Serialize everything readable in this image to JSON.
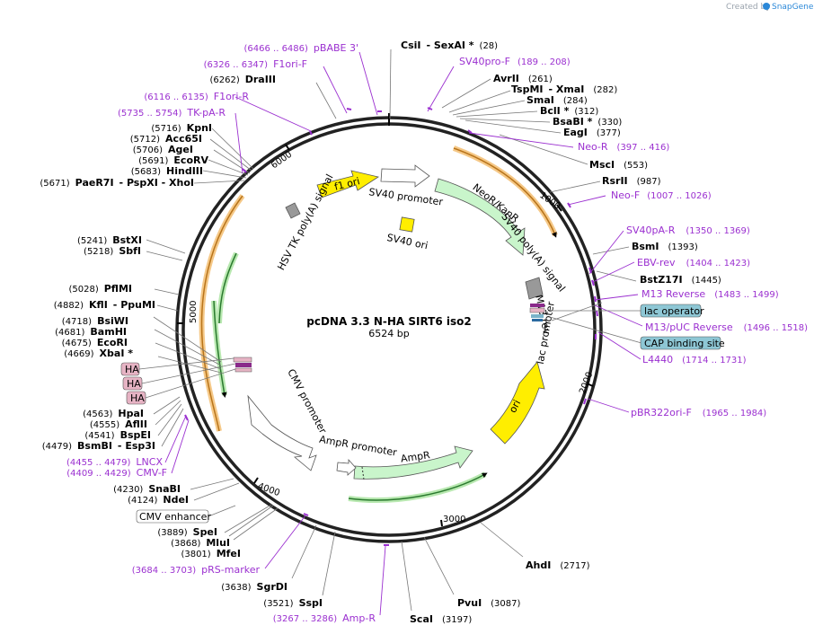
{
  "credit": {
    "created_by": "Created by",
    "brand": "SnapGene"
  },
  "plasmid": {
    "name": "pcDNA 3.3 N-HA SIRT6 iso2",
    "length": "6524 bp"
  },
  "ticks": [
    "1000",
    "2000",
    "3000",
    "4000",
    "5000",
    "6000"
  ],
  "enzymes": [
    {
      "name": "CsiI",
      "extra": "-  SexAI *",
      "pos": "(28)"
    },
    {
      "name": "AvrII",
      "pos": "(261)"
    },
    {
      "name": "TspMI",
      "extra": "-  XmaI",
      "pos": "(282)"
    },
    {
      "name": "SmaI",
      "pos": "(284)"
    },
    {
      "name": "BclI *",
      "pos": "(312)"
    },
    {
      "name": "BsaBI *",
      "pos": "(330)"
    },
    {
      "name": "EagI",
      "pos": "(377)"
    },
    {
      "name": "MscI",
      "pos": "(553)"
    },
    {
      "name": "RsrII",
      "pos": "(987)"
    },
    {
      "name": "BsmI",
      "pos": "(1393)"
    },
    {
      "name": "BstZ17I",
      "pos": "(1445)"
    },
    {
      "name": "AhdI",
      "pos": "(2717)"
    },
    {
      "name": "PvuI",
      "pos": "(3087)"
    },
    {
      "name": "ScaI",
      "pos": "(3197)"
    },
    {
      "name": "SspI",
      "pos": "(3521)"
    },
    {
      "name": "SgrDI",
      "pos": "(3638)"
    },
    {
      "name": "MfeI",
      "pos": "(3801)"
    },
    {
      "name": "MluI",
      "pos": "(3868)"
    },
    {
      "name": "SpeI",
      "pos": "(3889)"
    },
    {
      "name": "NdeI",
      "pos": "(4124)"
    },
    {
      "name": "SnaBI",
      "pos": "(4230)"
    },
    {
      "name": "BsmBI",
      "extra": "-  Esp3I",
      "pos": "(4479)"
    },
    {
      "name": "BspEI",
      "pos": "(4541)"
    },
    {
      "name": "AflII",
      "pos": "(4555)"
    },
    {
      "name": "HpaI",
      "pos": "(4563)"
    },
    {
      "name": "XbaI *",
      "pos": "(4669)"
    },
    {
      "name": "EcoRI",
      "pos": "(4675)"
    },
    {
      "name": "BamHI",
      "pos": "(4681)"
    },
    {
      "name": "BsiWI",
      "pos": "(4718)"
    },
    {
      "name": "KflI",
      "extra": "-  PpuMI",
      "pos": "(4882)"
    },
    {
      "name": "PflMI",
      "pos": "(5028)"
    },
    {
      "name": "SbfI",
      "pos": "(5218)"
    },
    {
      "name": "BstXI",
      "pos": "(5241)"
    },
    {
      "name": "PaeR7I",
      "extra": "-  PspXI   -  XhoI",
      "pos": "(5671)"
    },
    {
      "name": "HindIII",
      "pos": "(5683)"
    },
    {
      "name": "EcoRV",
      "pos": "(5691)"
    },
    {
      "name": "AgeI",
      "pos": "(5706)"
    },
    {
      "name": "Acc65I",
      "pos": "(5712)"
    },
    {
      "name": "KpnI",
      "pos": "(5716)"
    },
    {
      "name": "DraIII",
      "pos": "(6262)"
    }
  ],
  "primers": [
    {
      "name": "pBABE 3'",
      "range": "(6466 .. 6486)"
    },
    {
      "name": "SV40pro-F",
      "range": "(189 .. 208)"
    },
    {
      "name": "F1ori-F",
      "range": "(6326 .. 6347)"
    },
    {
      "name": "F1ori-R",
      "range": "(6116 .. 6135)"
    },
    {
      "name": "TK-pA-R",
      "range": "(5735 .. 5754)"
    },
    {
      "name": "Neo-R",
      "range": "(397 .. 416)"
    },
    {
      "name": "Neo-F",
      "range": "(1007 .. 1026)"
    },
    {
      "name": "SV40pA-R",
      "range": "(1350 .. 1369)"
    },
    {
      "name": "EBV-rev",
      "range": "(1404 .. 1423)"
    },
    {
      "name": "M13 Reverse",
      "range": "(1483 .. 1499)"
    },
    {
      "name": "M13/pUC Reverse",
      "range": "(1496 .. 1518)"
    },
    {
      "name": "L4440",
      "range": "(1714 .. 1731)"
    },
    {
      "name": "pBR322ori-F",
      "range": "(1965 .. 1984)"
    },
    {
      "name": "Amp-R",
      "range": "(3267 .. 3286)"
    },
    {
      "name": "pRS-marker",
      "range": "(3684 .. 3703)"
    },
    {
      "name": "LNCX",
      "range": "(4455 .. 4479)"
    },
    {
      "name": "CMV-F",
      "range": "(4409 .. 4429)"
    }
  ],
  "features": {
    "f1_ori": "f1 ori",
    "sv40_promoter": "SV40 promoter",
    "neor_kanr": "NeoR/KanR",
    "sv40_polya": "SV40 poly(A) signal",
    "m13_rev": "M13 rev",
    "lac_promoter": "lac promoter",
    "ori": "ori",
    "ampr": "AmpR",
    "ampr_promoter": "AmpR promoter",
    "cmv_promoter": "CMV promoter",
    "hsv_tk": "HSV TK poly(A) signal",
    "sv40_ori": "SV40 ori"
  },
  "boxed_labels": {
    "lac_operator": "lac operator",
    "cap_binding_site": "CAP binding site",
    "cmv_enhancer": "CMV enhancer",
    "ha_tags": [
      "HA",
      "HA",
      "HA"
    ]
  },
  "colors": {
    "enzyme_text": "#000000",
    "primer": "#9b30d0",
    "origin_yellow": "#ffee00",
    "marker_green": "#c9f5cb",
    "promoter_white": "#ffffff",
    "orf_orange": "#f4a83a",
    "orf_dark_green": "#3aa040",
    "operator_box": "#8ec7d5",
    "ha_box": "#e6b3c4",
    "terminator_gray": "#999999",
    "snapgene_blue": "#2b88d8"
  }
}
